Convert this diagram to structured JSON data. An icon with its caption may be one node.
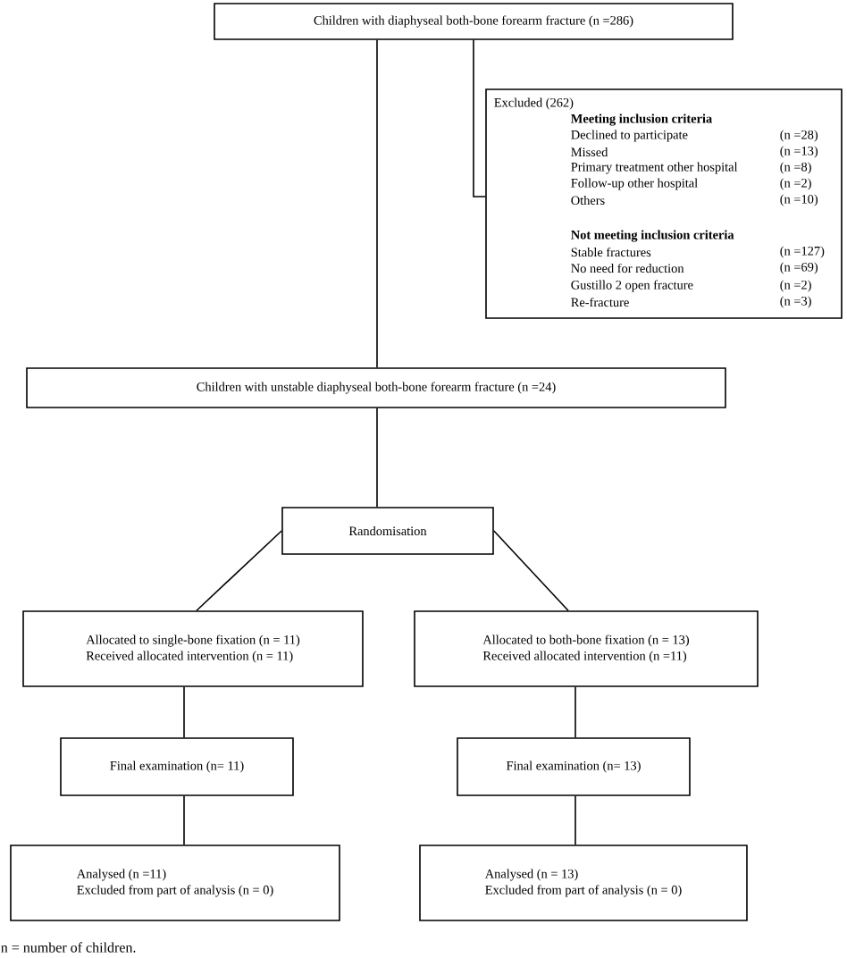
{
  "diagram": {
    "nodes": [
      {
        "text": [
          "Children with diaphyseal both-bone forearm fracture (n =286)"
        ]
      },
      {
        "text": [
          "Excluded (262)",
          "Meeting inclusion criteria",
          "Declined to participate",
          "(n =28)",
          "Missed",
          "(n =13)",
          "Primary treatment other hospital",
          "(n =8)",
          "Follow-up other hospital",
          "(n =2)",
          "Others",
          "(n =10)",
          "Not meeting inclusion criteria",
          "Stable fractures",
          "(n =127)",
          "No need for reduction",
          "(n =69)",
          "Gustillo 2 open fracture",
          "(n =2)",
          "Re-fracture",
          "(n =3)"
        ]
      },
      {
        "text": [
          "Children with unstable diaphyseal both-bone forearm fracture (n =24)"
        ]
      },
      {
        "text": [
          "Randomisation"
        ]
      },
      {
        "text": [
          "Allocated to single-bone fixation (n = 11)",
          "Received allocated intervention (n = 11)"
        ]
      },
      {
        "text": [
          "Allocated to both-bone fixation (n = 13)",
          "Received allocated intervention (n =11)"
        ]
      },
      {
        "text": [
          "Final examination (n= 11)"
        ]
      },
      {
        "text": [
          "Final examination (n= 13)"
        ]
      },
      {
        "text": [
          "Analysed (n =11)",
          "Excluded from part of analysis  (n = 0)"
        ]
      },
      {
        "text": [
          "Analysed (n = 13)",
          "Excluded from part of analysis  (n = 0)"
        ]
      }
    ],
    "edges": [
      {
        "from": 0,
        "to": 2,
        "arrow": "none"
      },
      {
        "from": 0,
        "to": 1,
        "arrow": "none"
      },
      {
        "from": 2,
        "to": 3,
        "arrow": "none"
      },
      {
        "from": 3,
        "to": 4,
        "arrow": "none"
      },
      {
        "from": 3,
        "to": 5,
        "arrow": "none"
      },
      {
        "from": 4,
        "to": 6,
        "arrow": "none"
      },
      {
        "from": 5,
        "to": 7,
        "arrow": "none"
      },
      {
        "from": 6,
        "to": 8,
        "arrow": "none"
      },
      {
        "from": 7,
        "to": 9,
        "arrow": "none"
      }
    ],
    "labels": [
      "n = number of children."
    ]
  }
}
